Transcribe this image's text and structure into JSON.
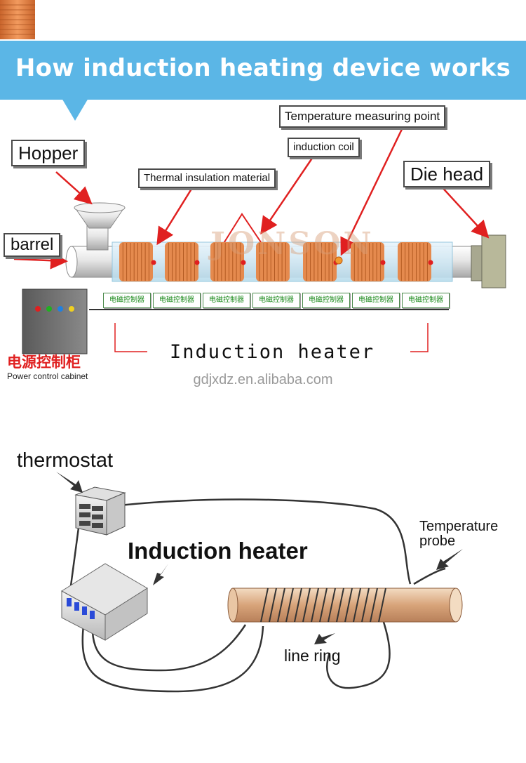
{
  "title": "How induction heating device works",
  "top_diagram": {
    "labels": {
      "hopper": "Hopper",
      "barrel": "barrel",
      "thermal_insulation": "Thermal insulation material",
      "induction_coil": "induction coil",
      "temp_point": "Temperature measuring point",
      "die_head": "Die head"
    },
    "controllers": [
      "电磁控制器",
      "电磁控制器",
      "电磁控制器",
      "电磁控制器",
      "电磁控制器",
      "电磁控制器",
      "电磁控制器"
    ],
    "induction_heater": "Induction heater",
    "cabinet_cn": "电源控制柜",
    "cabinet_en": "Power control cabinet",
    "watermark": "JONSON",
    "led_colors": [
      "#e02020",
      "#20b020",
      "#2080e0",
      "#f0d020"
    ]
  },
  "website": "gdjxdz.en.alibaba.com",
  "bottom_diagram": {
    "thermostat": "thermostat",
    "induction_heater": "Induction heater",
    "temperature_probe": "Temperature probe",
    "line_ring": "line ring"
  },
  "colors": {
    "banner": "#5bb6e6",
    "arrow_red": "#e02020",
    "coil": "#e07a3a",
    "controller_text": "#1a8a1a"
  }
}
